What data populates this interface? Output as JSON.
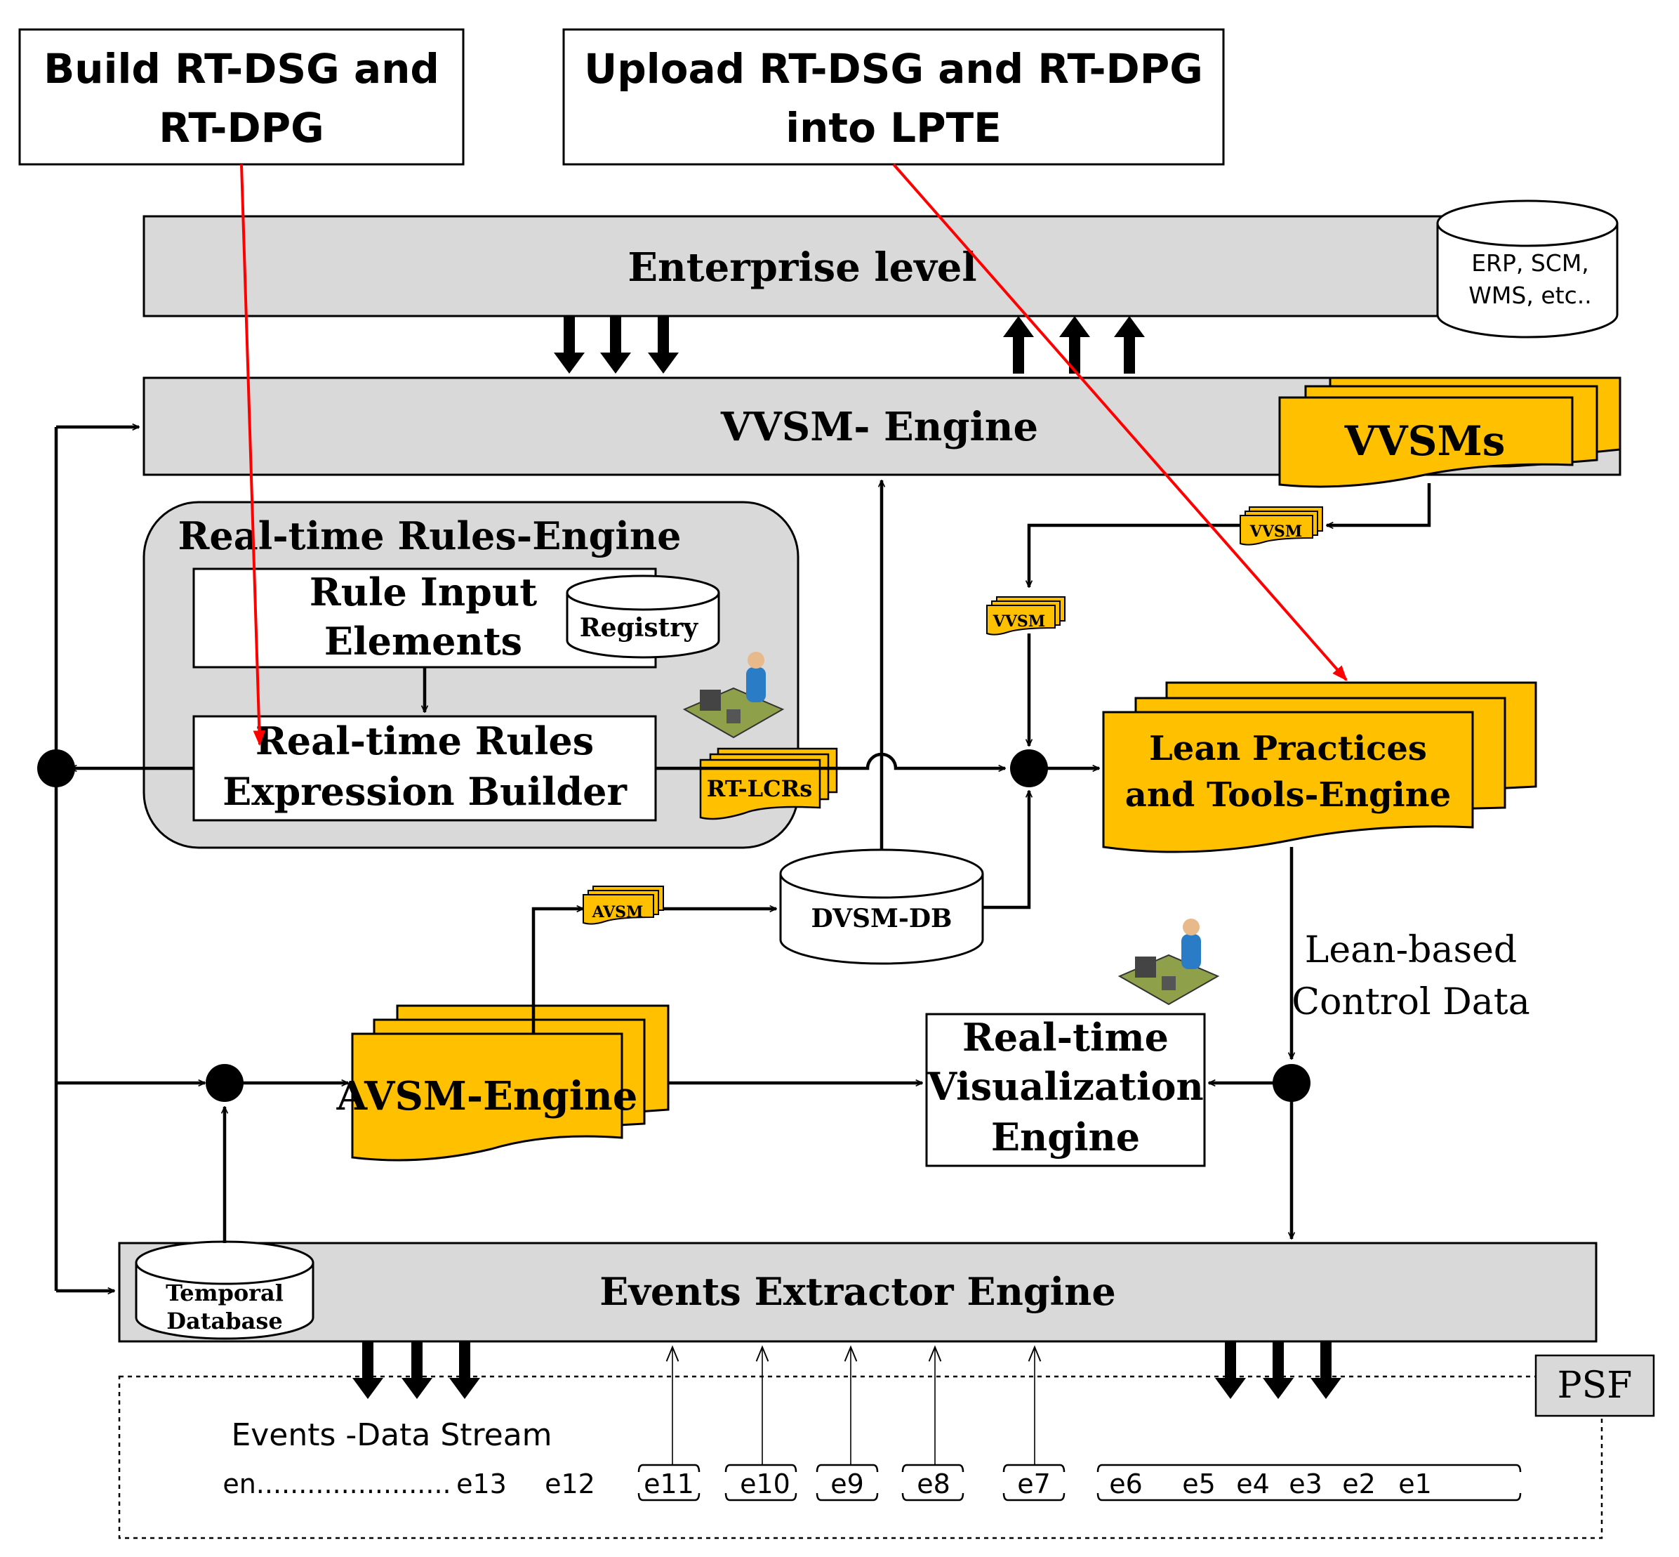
{
  "labels": {
    "build_line1": "Build RT-DSG and",
    "build_line2": "RT-DPG",
    "upload_line1": "Upload RT-DSG and RT-DPG",
    "upload_line2": "into LPTE",
    "enterprise": "Enterprise level",
    "erp_line1": "ERP, SCM,",
    "erp_line2": "WMS, etc..",
    "vvsm_engine": "VVSM- Engine",
    "vvsms": "VVSMs",
    "vvsm_doc_1": "VVSM",
    "vvsm_doc_2": "VVSM",
    "rules_engine": "Real-time Rules-Engine",
    "rule_input_line1": "Rule Input",
    "rule_input_line2": "Elements",
    "registry": "Registry",
    "rules_builder_line1": "Real-time Rules",
    "rules_builder_line2": "Expression Builder",
    "rt_lcrs": "RT-LCRs",
    "lean_line1": "Lean Practices",
    "lean_line2": "and Tools-Engine",
    "avsm_doc": "AVSM",
    "dvsm_db": "DVSM-DB",
    "lean_control_line1": "Lean-based",
    "lean_control_line2": "Control Data",
    "avsm_engine": "AVSM-Engine",
    "viz_line1": "Real-time",
    "viz_line2": "Visualization",
    "viz_line3": "Engine",
    "events_extractor": "Events Extractor Engine",
    "temporal_line1": "Temporal",
    "temporal_line2": "Database",
    "psf": "PSF",
    "events_stream": "Events -Data Stream",
    "ev_en": "en.......................",
    "ev_e13": "e13",
    "ev_e12": "e12",
    "ev_e11": "e11",
    "ev_e10": "e10",
    "ev_e9": "e9",
    "ev_e8": "e8",
    "ev_e7": "e7",
    "ev_e6": "e6",
    "ev_e5": "e5",
    "ev_e4": "e4",
    "ev_e3": "e3",
    "ev_e2": "e2",
    "ev_e1": "e1"
  },
  "colors": {
    "gray_box": "#d9d9d9",
    "gold": "#ffc000",
    "red_arrow": "#ff0000",
    "stroke": "#000000"
  }
}
